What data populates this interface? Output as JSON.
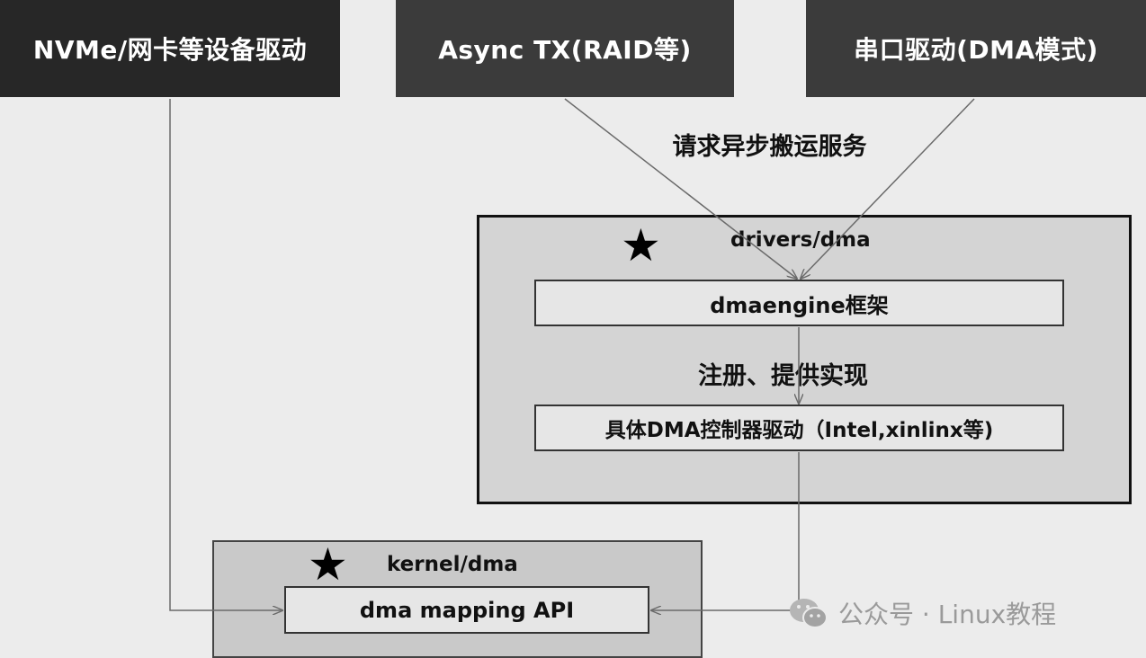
{
  "top_boxes": {
    "nvme": "NVMe/网卡等设备驱动",
    "async_tx": "Async TX(RAID等)",
    "serial": "串口驱动(DMA模式)"
  },
  "request_label": "请求异步搬运服务",
  "drivers_panel": {
    "title": "drivers/dma",
    "dmaengine": "dmaengine框架",
    "register_label": "注册、提供实现",
    "controller": "具体DMA控制器驱动（Intel,xinlinx等)"
  },
  "kernel_panel": {
    "title": "kernel/dma",
    "mapping_api": "dma mapping API"
  },
  "watermark": {
    "text": "公众号 · Linux教程",
    "icon": "wechat-icon"
  },
  "icons": {
    "star": "star-icon"
  },
  "colors": {
    "background": "#ececec",
    "top_box_dark": "#272727",
    "top_box": "#3b3b3b",
    "drivers_panel": "#d4d4d4",
    "kernel_panel": "#c9c9c9",
    "inner_box": "#e6e6e6",
    "arrow": "#6a6a6a"
  }
}
